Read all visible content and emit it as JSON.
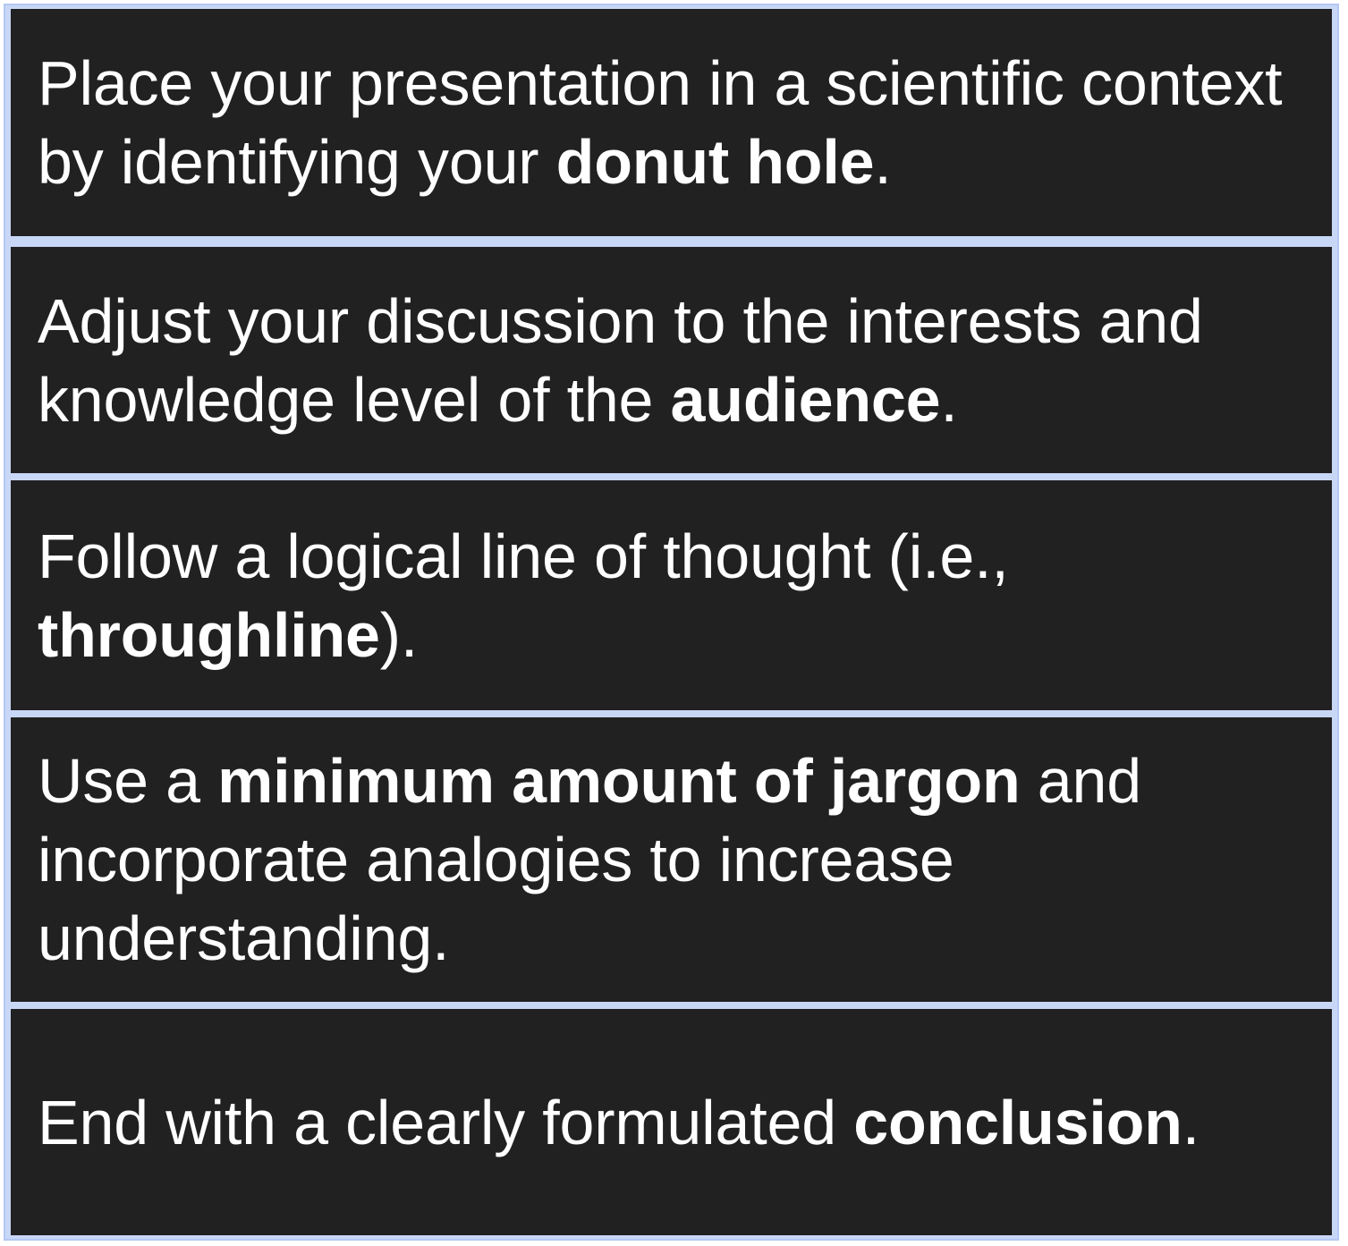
{
  "tips": [
    {
      "before": "Place your presentation in a scientific context by identifying your ",
      "bold": "donut hole",
      "after": "."
    },
    {
      "before": "Adjust your discussion to the interests and knowledge level of the ",
      "bold": "audience",
      "after": "."
    },
    {
      "before": "Follow a logical line of thought (i.e., ",
      "bold": "throughline",
      "after": ")."
    },
    {
      "before": "Use a ",
      "bold": "minimum amount of jargon",
      "after": " and incorporate analogies to increase understanding."
    },
    {
      "before": "End with a clearly formulated ",
      "bold": "conclusion",
      "after": "."
    }
  ],
  "colors": {
    "row_background": "#212121",
    "divider": "#c9d7f7",
    "text": "#ffffff"
  }
}
